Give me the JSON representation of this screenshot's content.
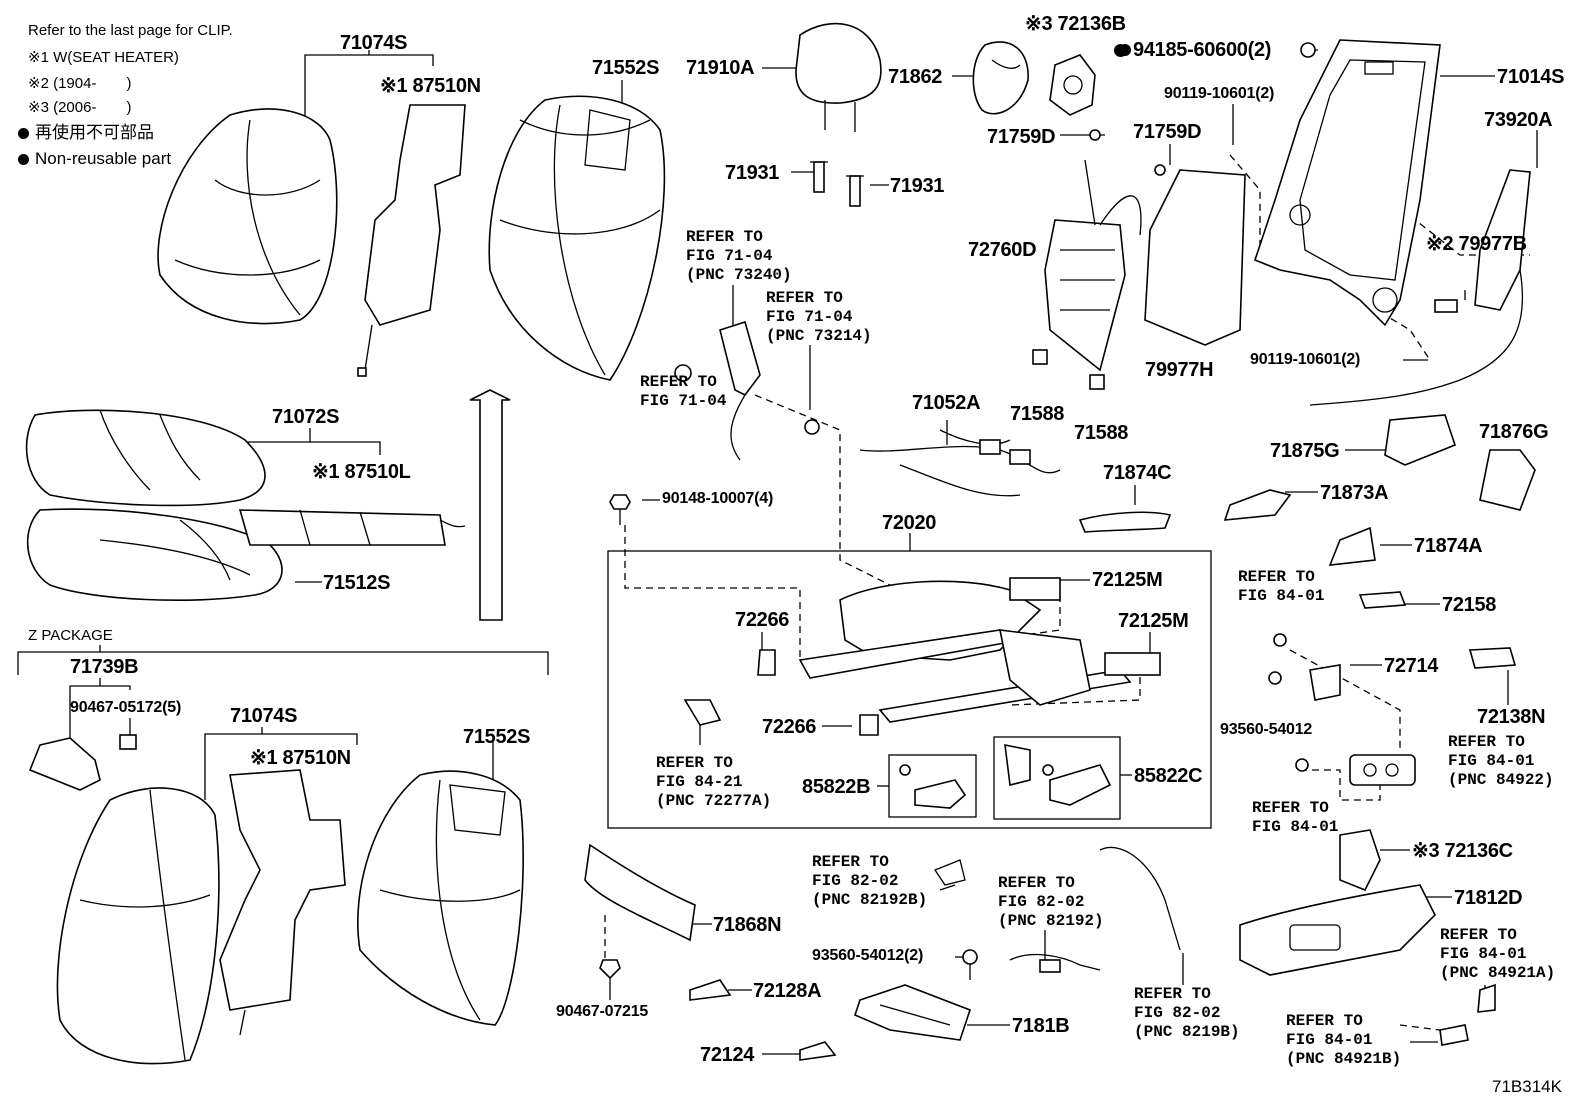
{
  "notes": {
    "clip": "Refer to the last page for CLIP.",
    "n1": "※1 W(SEAT HEATER)",
    "n2": "※2 (1904-　　)",
    "n3": "※3 (2006-　　)",
    "jp": "再使用不可部品",
    "nonreusable": "Non-reusable part",
    "zpackage": "Z PACKAGE",
    "code": "71B314K"
  },
  "parts": {
    "p71074S_a": "71074S",
    "p87510N_a": "※1 87510N",
    "p71552S_a": "71552S",
    "p71910A": "71910A",
    "p71862": "71862",
    "p72136B": "※3 72136B",
    "p94185": "94185-60600(2)",
    "p71014S": "71014S",
    "p90119a": "90119-10601(2)",
    "p71759Da": "71759D",
    "p71759Db": "71759D",
    "p73920A": "73920A",
    "p71931a": "71931",
    "p71931b": "71931",
    "p72760D": "72760D",
    "p79977B": "※2 79977B",
    "p79977H": "79977H",
    "p90119b": "90119-10601(2)",
    "p71072S": "71072S",
    "p87510L": "※1 87510L",
    "p71512S": "71512S",
    "p71052A": "71052A",
    "p71588a": "71588",
    "p71588b": "71588",
    "p71875G": "71875G",
    "p71876G": "71876G",
    "p71873A": "71873A",
    "p71874C": "71874C",
    "p90148": "90148-10007(4)",
    "p72020": "72020",
    "p71874A": "71874A",
    "p72125Ma": "72125M",
    "p72125Mb": "72125M",
    "p72158": "72158",
    "p72266a": "72266",
    "p72266b": "72266",
    "p72714": "72714",
    "p72138N": "72138N",
    "p93560a": "93560-54012",
    "p85822B": "85822B",
    "p85822C": "85822C",
    "p71739B": "71739B",
    "p90467a": "90467-05172(5)",
    "p71074S_b": "71074S",
    "p87510N_b": "※1 87510N",
    "p71552S_b": "71552S",
    "p72136C": "※3 72136C",
    "p71812D": "71812D",
    "p71868N": "71868N",
    "p93560b": "93560-54012(2)",
    "p72128A": "72128A",
    "p90467b": "90467-07215",
    "p7181B": "7181B",
    "p72124": "72124"
  },
  "refs": {
    "r1": "REFER TO\nFIG 71-04\n(PNC 73240)",
    "r2": "REFER TO\nFIG 71-04\n(PNC 73214)",
    "r3": "REFER TO\nFIG 71-04",
    "r4": "REFER TO\nFIG 84-01",
    "r5": "REFER TO\nFIG 84-21\n(PNC 72277A)",
    "r6": "REFER TO\nFIG 84-01\n(PNC 84922)",
    "r7": "REFER TO\nFIG 84-01",
    "r8": "REFER TO\nFIG 82-02\n(PNC 82192B)",
    "r9": "REFER TO\nFIG 82-02\n(PNC 82192)",
    "r10": "REFER TO\nFIG 82-02\n(PNC 8219B)",
    "r11": "REFER TO\nFIG 84-01\n(PNC 84921A)",
    "r12": "REFER TO\nFIG 84-01\n(PNC 84921B)"
  }
}
